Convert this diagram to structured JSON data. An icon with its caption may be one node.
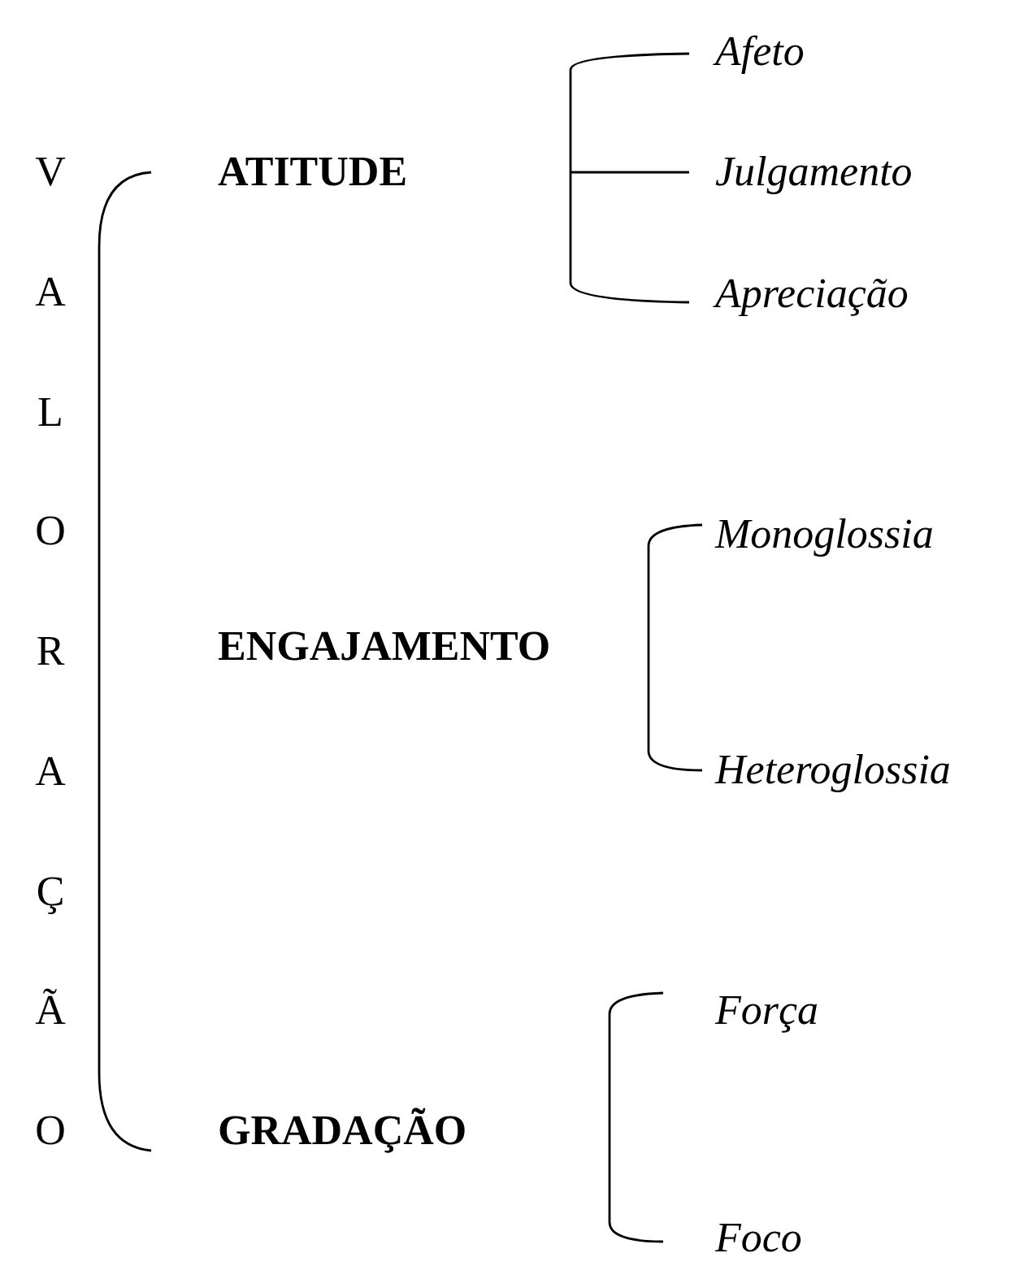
{
  "diagram": {
    "labels": [
      "Afeto",
      "VALORAÇÃO",
      "ATITUDE",
      "Julgamento",
      "Apreciação",
      "Monoglossia",
      "ENGAJAMENTO",
      "Heteroglossia",
      "Força",
      "GRADAÇÃO",
      "Foco"
    ]
  }
}
